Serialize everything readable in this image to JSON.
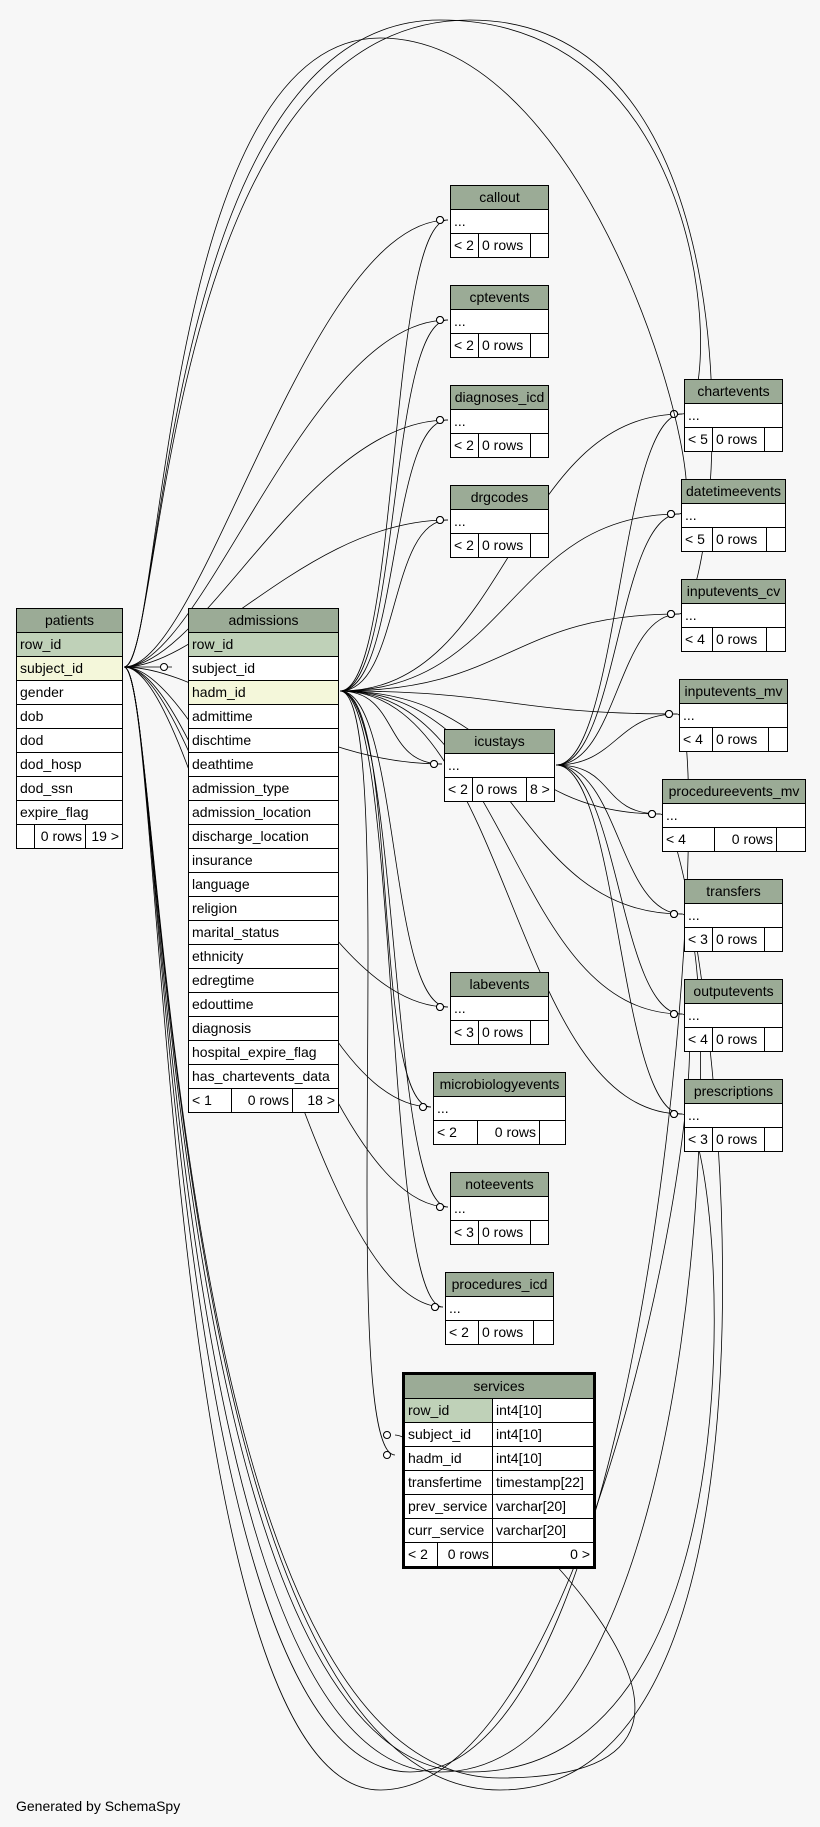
{
  "diagram_edges": [
    [
      "patients",
      "admissions"
    ],
    [
      "patients",
      "callout"
    ],
    [
      "admissions",
      "callout"
    ],
    [
      "patients",
      "cptevents"
    ],
    [
      "admissions",
      "cptevents"
    ],
    [
      "patients",
      "diagnoses_icd"
    ],
    [
      "admissions",
      "diagnoses_icd"
    ],
    [
      "patients",
      "drgcodes"
    ],
    [
      "admissions",
      "drgcodes"
    ],
    [
      "patients",
      "icustays"
    ],
    [
      "admissions",
      "icustays"
    ],
    [
      "patients",
      "chartevents"
    ],
    [
      "admissions",
      "chartevents"
    ],
    [
      "icustays",
      "chartevents"
    ],
    [
      "patients",
      "datetimeevents"
    ],
    [
      "admissions",
      "datetimeevents"
    ],
    [
      "icustays",
      "datetimeevents"
    ],
    [
      "patients",
      "inputevents_cv"
    ],
    [
      "admissions",
      "inputevents_cv"
    ],
    [
      "icustays",
      "inputevents_cv"
    ],
    [
      "patients",
      "inputevents_mv"
    ],
    [
      "admissions",
      "inputevents_mv"
    ],
    [
      "icustays",
      "inputevents_mv"
    ],
    [
      "patients",
      "procedureevents_mv"
    ],
    [
      "admissions",
      "procedureevents_mv"
    ],
    [
      "icustays",
      "procedureevents_mv"
    ],
    [
      "patients",
      "transfers"
    ],
    [
      "admissions",
      "transfers"
    ],
    [
      "icustays",
      "transfers"
    ],
    [
      "patients",
      "outputevents"
    ],
    [
      "admissions",
      "outputevents"
    ],
    [
      "icustays",
      "outputevents"
    ],
    [
      "patients",
      "prescriptions"
    ],
    [
      "admissions",
      "prescriptions"
    ],
    [
      "icustays",
      "prescriptions"
    ],
    [
      "patients",
      "labevents"
    ],
    [
      "admissions",
      "labevents"
    ],
    [
      "patients",
      "microbiologyevents"
    ],
    [
      "admissions",
      "microbiologyevents"
    ],
    [
      "patients",
      "noteevents"
    ],
    [
      "admissions",
      "noteevents"
    ],
    [
      "patients",
      "procedures_icd"
    ],
    [
      "admissions",
      "procedures_icd"
    ],
    [
      "patients",
      "services"
    ],
    [
      "admissions",
      "services"
    ]
  ],
  "tables": {
    "patients": {
      "name": "patients",
      "rows": [
        "row_id",
        "subject_id",
        "gender",
        "dob",
        "dod",
        "dod_hosp",
        "dod_ssn",
        "expire_flag"
      ],
      "footer": [
        "",
        "0 rows",
        "19 >"
      ]
    },
    "admissions": {
      "name": "admissions",
      "rows": [
        "row_id",
        "subject_id",
        "hadm_id",
        "admittime",
        "dischtime",
        "deathtime",
        "admission_type",
        "admission_location",
        "discharge_location",
        "insurance",
        "language",
        "religion",
        "marital_status",
        "ethnicity",
        "edregtime",
        "edouttime",
        "diagnosis",
        "hospital_expire_flag",
        "has_chartevents_data"
      ],
      "footer": [
        "< 1",
        "0 rows",
        "18 >"
      ]
    },
    "callout": {
      "name": "callout",
      "rows": [
        "..."
      ],
      "footer": [
        "< 2",
        "0 rows",
        ""
      ]
    },
    "cptevents": {
      "name": "cptevents",
      "rows": [
        "..."
      ],
      "footer": [
        "< 2",
        "0 rows",
        ""
      ]
    },
    "diagnoses_icd": {
      "name": "diagnoses_icd",
      "rows": [
        "..."
      ],
      "footer": [
        "< 2",
        "0 rows",
        ""
      ]
    },
    "drgcodes": {
      "name": "drgcodes",
      "rows": [
        "..."
      ],
      "footer": [
        "< 2",
        "0 rows",
        ""
      ]
    },
    "icustays": {
      "name": "icustays",
      "rows": [
        "..."
      ],
      "footer": [
        "< 2",
        "0 rows",
        "8 >"
      ]
    },
    "labevents": {
      "name": "labevents",
      "rows": [
        "..."
      ],
      "footer": [
        "< 3",
        "0 rows",
        ""
      ]
    },
    "microbiologyevents": {
      "name": "microbiologyevents",
      "rows": [
        "..."
      ],
      "footer": [
        "< 2",
        "0 rows",
        ""
      ]
    },
    "noteevents": {
      "name": "noteevents",
      "rows": [
        "..."
      ],
      "footer": [
        "< 3",
        "0 rows",
        ""
      ]
    },
    "procedures_icd": {
      "name": "procedures_icd",
      "rows": [
        "..."
      ],
      "footer": [
        "< 2",
        "0 rows",
        ""
      ]
    },
    "chartevents": {
      "name": "chartevents",
      "rows": [
        "..."
      ],
      "footer": [
        "< 5",
        "0 rows",
        ""
      ]
    },
    "datetimeevents": {
      "name": "datetimeevents",
      "rows": [
        "..."
      ],
      "footer": [
        "< 5",
        "0 rows",
        ""
      ]
    },
    "inputevents_cv": {
      "name": "inputevents_cv",
      "rows": [
        "..."
      ],
      "footer": [
        "< 4",
        "0 rows",
        ""
      ]
    },
    "inputevents_mv": {
      "name": "inputevents_mv",
      "rows": [
        "..."
      ],
      "footer": [
        "< 4",
        "0 rows",
        ""
      ]
    },
    "procedureevents_mv": {
      "name": "procedureevents_mv",
      "rows": [
        "..."
      ],
      "footer": [
        "< 4",
        "0 rows",
        ""
      ]
    },
    "transfers": {
      "name": "transfers",
      "rows": [
        "..."
      ],
      "footer": [
        "< 3",
        "0 rows",
        ""
      ]
    },
    "outputevents": {
      "name": "outputevents",
      "rows": [
        "..."
      ],
      "footer": [
        "< 4",
        "0 rows",
        ""
      ]
    },
    "prescriptions": {
      "name": "prescriptions",
      "rows": [
        "..."
      ],
      "footer": [
        "< 3",
        "0 rows",
        ""
      ]
    },
    "services": {
      "name": "services",
      "rows": [
        [
          "row_id",
          "int4[10]"
        ],
        [
          "subject_id",
          "int4[10]"
        ],
        [
          "hadm_id",
          "int4[10]"
        ],
        [
          "transfertime",
          "timestamp[22]"
        ],
        [
          "prev_service",
          "varchar[20]"
        ],
        [
          "curr_service",
          "varchar[20]"
        ]
      ],
      "footer": [
        "< 2",
        "0 rows",
        "0 >"
      ]
    }
  },
  "colors": {
    "header": "#9bab96",
    "primary_key_row": "#bfd1b8",
    "foreign_key_row": "#f4f7da",
    "background": "#f7f7f7"
  },
  "footer_text": "Generated by SchemaSpy"
}
